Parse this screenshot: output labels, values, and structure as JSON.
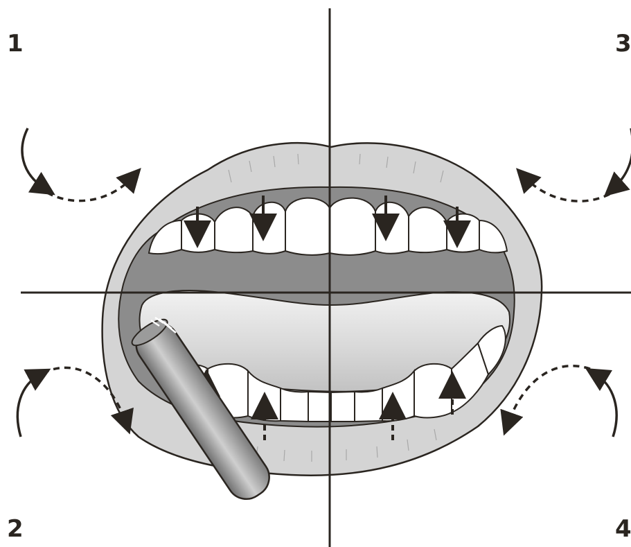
{
  "quadrant_labels": {
    "q1": "1",
    "q2": "2",
    "q3": "3",
    "q4": "4"
  },
  "colors": {
    "ink": "#2a2520",
    "lip": "#d4d4d4",
    "mouth_inner": "#8c8c8c",
    "tongue": "#dedede",
    "tooth": "#ffffff",
    "brush_handle": "#a6a6a6"
  },
  "icons": [
    "mouth-icon",
    "toothbrush-icon",
    "brushing-direction-arrow-icon",
    "rotation-arrow-icon"
  ]
}
